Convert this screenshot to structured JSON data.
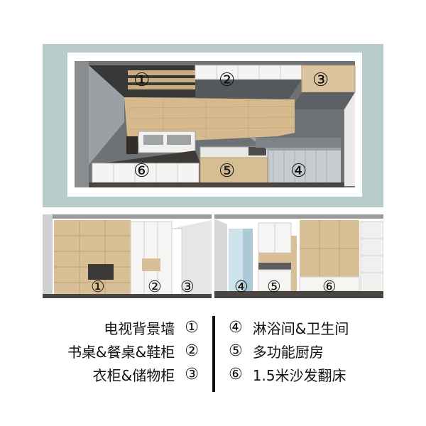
{
  "plan": {
    "labels": [
      "①",
      "②",
      "③",
      "④",
      "⑤",
      "⑥"
    ]
  },
  "photos": {
    "left_labels": [
      "①",
      "②",
      "③"
    ],
    "right_labels": [
      "④",
      "⑤",
      "⑥"
    ]
  },
  "legend": {
    "left": [
      {
        "text": "电视背景墙",
        "num": "①"
      },
      {
        "text": "书桌&餐桌&鞋柜",
        "num": "②"
      },
      {
        "text": "衣柜&储物柜",
        "num": "③"
      }
    ],
    "right": [
      {
        "num": "④",
        "text": "淋浴间&卫生间"
      },
      {
        "num": "⑤",
        "text": "多功能厨房"
      },
      {
        "num": "⑥",
        "text": "1.5米沙发翻床"
      }
    ]
  },
  "colors": {
    "frame": "#b9cccc",
    "wood": "#d6b98c",
    "dark_floor": "#4a4540",
    "cabinet_white": "#f4f4f2",
    "wall_gray": "#7d7d7d"
  }
}
